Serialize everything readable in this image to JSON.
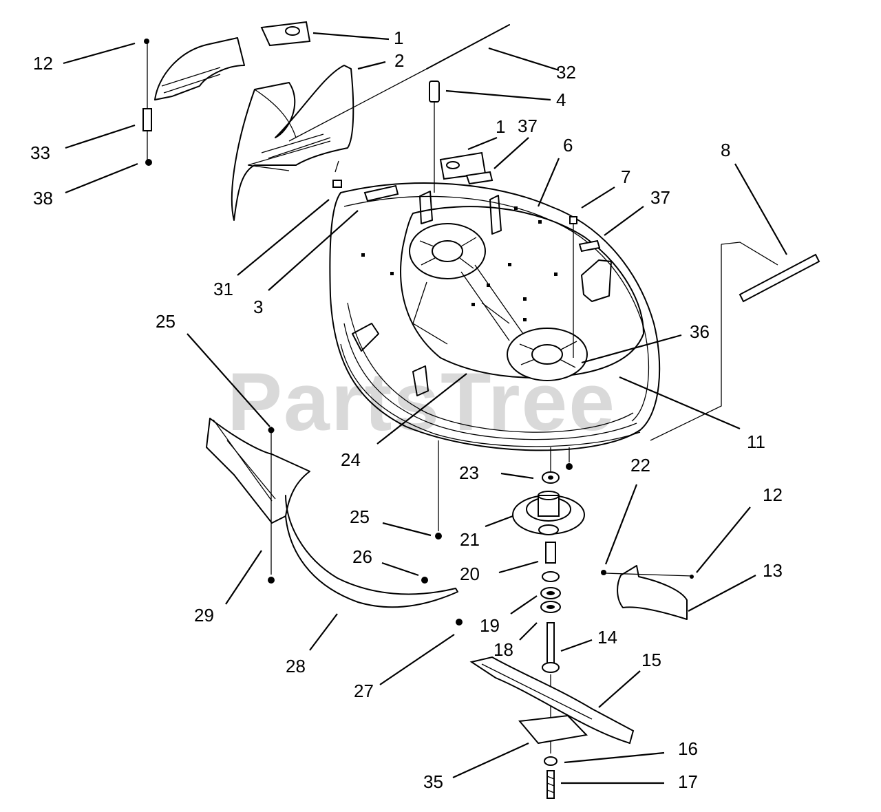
{
  "watermark": "PartsTree",
  "callouts": [
    {
      "id": "c-1a",
      "label": "1"
    },
    {
      "id": "c-2",
      "label": "2"
    },
    {
      "id": "c-12a",
      "label": "12"
    },
    {
      "id": "c-32",
      "label": "32"
    },
    {
      "id": "c-4",
      "label": "4"
    },
    {
      "id": "c-1b",
      "label": "1"
    },
    {
      "id": "c-37a",
      "label": "37"
    },
    {
      "id": "c-33",
      "label": "33"
    },
    {
      "id": "c-6",
      "label": "6"
    },
    {
      "id": "c-8",
      "label": "8"
    },
    {
      "id": "c-38",
      "label": "38"
    },
    {
      "id": "c-7",
      "label": "7"
    },
    {
      "id": "c-37b",
      "label": "37"
    },
    {
      "id": "c-31",
      "label": "31"
    },
    {
      "id": "c-3",
      "label": "3"
    },
    {
      "id": "c-25a",
      "label": "25"
    },
    {
      "id": "c-36",
      "label": "36"
    },
    {
      "id": "c-11",
      "label": "11"
    },
    {
      "id": "c-24",
      "label": "24"
    },
    {
      "id": "c-23",
      "label": "23"
    },
    {
      "id": "c-22",
      "label": "22"
    },
    {
      "id": "c-12b",
      "label": "12"
    },
    {
      "id": "c-25b",
      "label": "25"
    },
    {
      "id": "c-21",
      "label": "21"
    },
    {
      "id": "c-26",
      "label": "26"
    },
    {
      "id": "c-20",
      "label": "20"
    },
    {
      "id": "c-13",
      "label": "13"
    },
    {
      "id": "c-29",
      "label": "29"
    },
    {
      "id": "c-19",
      "label": "19"
    },
    {
      "id": "c-14",
      "label": "14"
    },
    {
      "id": "c-18",
      "label": "18"
    },
    {
      "id": "c-28",
      "label": "28"
    },
    {
      "id": "c-15",
      "label": "15"
    },
    {
      "id": "c-27",
      "label": "27"
    },
    {
      "id": "c-16",
      "label": "16"
    },
    {
      "id": "c-35",
      "label": "35"
    },
    {
      "id": "c-17",
      "label": "17"
    }
  ]
}
